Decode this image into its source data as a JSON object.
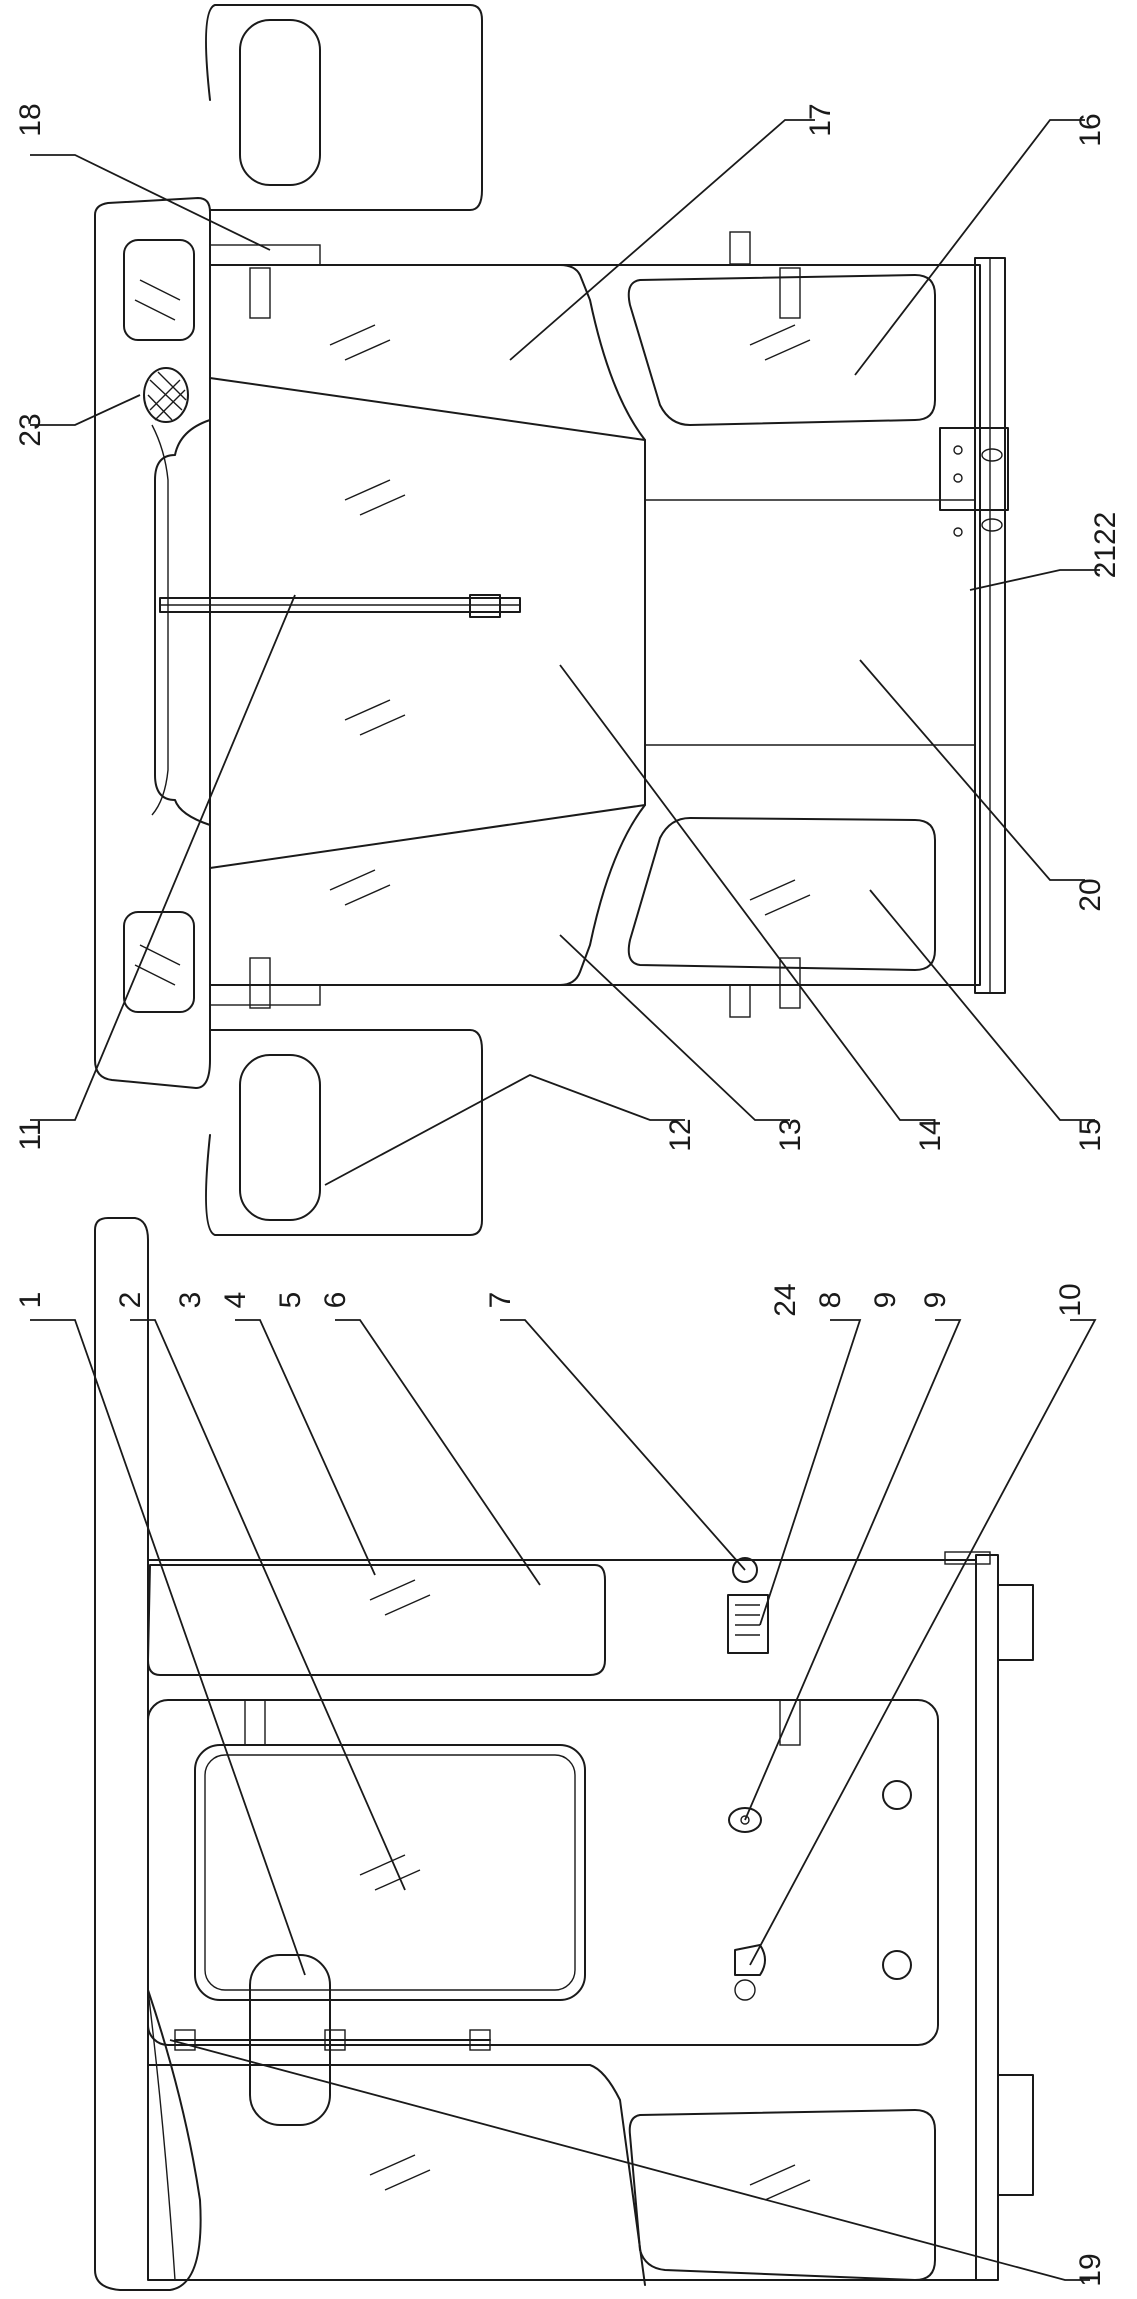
{
  "labels": [
    {
      "id": "l1",
      "text": "1"
    },
    {
      "id": "l2",
      "text": "2"
    },
    {
      "id": "l3",
      "text": "3"
    },
    {
      "id": "l4",
      "text": "4"
    },
    {
      "id": "l5",
      "text": "5"
    },
    {
      "id": "l6",
      "text": "6"
    },
    {
      "id": "l7",
      "text": "7"
    },
    {
      "id": "l24",
      "text": "24"
    },
    {
      "id": "l8",
      "text": "8"
    },
    {
      "id": "l9a",
      "text": "9"
    },
    {
      "id": "l9b",
      "text": "9"
    },
    {
      "id": "l10",
      "text": "10"
    },
    {
      "id": "l11",
      "text": "11"
    },
    {
      "id": "l12",
      "text": "12"
    },
    {
      "id": "l13",
      "text": "13"
    },
    {
      "id": "l14",
      "text": "14"
    },
    {
      "id": "l15",
      "text": "15"
    },
    {
      "id": "l16",
      "text": "16"
    },
    {
      "id": "l17",
      "text": "17"
    },
    {
      "id": "l18",
      "text": "18"
    },
    {
      "id": "l19",
      "text": "19"
    },
    {
      "id": "l20",
      "text": "20"
    },
    {
      "id": "l2122",
      "text": "2122"
    },
    {
      "id": "l23",
      "text": "23"
    }
  ],
  "glass_marks": [
    "//"
  ]
}
